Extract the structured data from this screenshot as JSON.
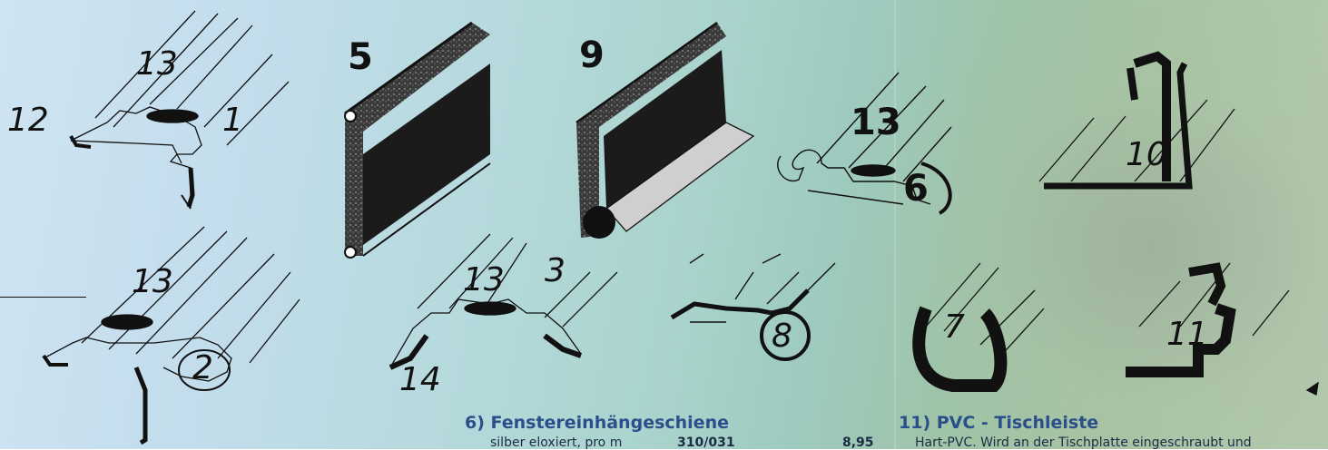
{
  "labels": {
    "n12": "12",
    "n13a": "13",
    "n1": "1",
    "n13b": "13",
    "n2": "2",
    "n5": "5",
    "n9": "9",
    "n13c": "13",
    "n6": "6",
    "n13d": "13",
    "n3": "3",
    "n14": "14",
    "n8": "8",
    "n10": "10",
    "n7": "7",
    "n11": "11"
  },
  "sections": {
    "s6": {
      "heading": "6) Fenstereinhängeschiene",
      "desc": "silber eloxiert, pro m",
      "code": "310/031",
      "price": "8,95"
    },
    "s11": {
      "heading": "11) PVC - Tischleiste",
      "desc": "Hart-PVC. Wird an der Tischplatte eingeschraubt und"
    }
  },
  "colors": {
    "heading": "#2a4f8a",
    "ink": "#111111"
  }
}
